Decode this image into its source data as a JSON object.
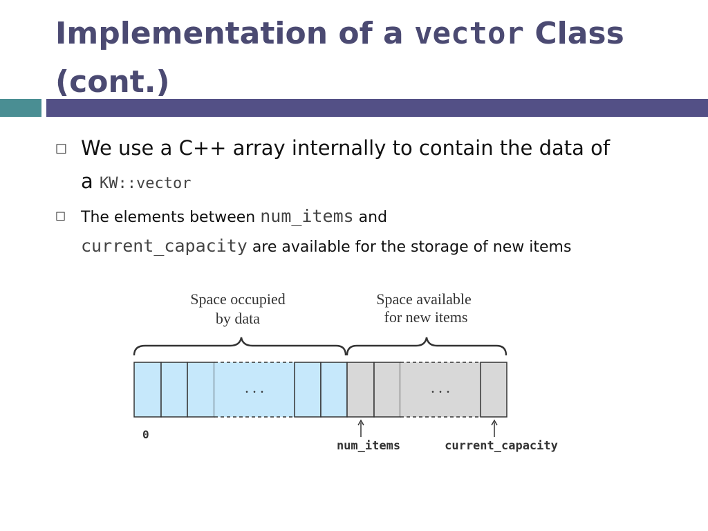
{
  "slide": {
    "title_part1": "Implementation of a ",
    "title_code": "vector",
    "title_part2": " Class",
    "title_line2": "(cont.)"
  },
  "bullets": [
    {
      "marker": "□",
      "text_before": "We use a C++ array internally to contain the data of",
      "text_a": "a ",
      "code": "KW::vector"
    },
    {
      "marker": "□",
      "text_before": "The elements between ",
      "code1": "num_items",
      "text_mid": " and",
      "code2": "current_capacity",
      "text_after": " are available for the storage of new items"
    }
  ],
  "diagram": {
    "label_occupied_line1": "Space occupied",
    "label_occupied_line2": "by data",
    "label_available_line1": "Space available",
    "label_available_line2": "for new items",
    "ellipsis_occupied": ". . .",
    "ellipsis_available": ". . .",
    "index_zero": "0",
    "marker_num_items": "num_items",
    "marker_current_capacity": "current_capacity",
    "colors": {
      "occupied_fill": "#c6e8fb",
      "available_fill": "#d8d8d8",
      "stroke": "#333333"
    }
  },
  "colors": {
    "title": "#4b4a72",
    "bar_left": "#4a8e93",
    "bar_right": "#535086"
  }
}
